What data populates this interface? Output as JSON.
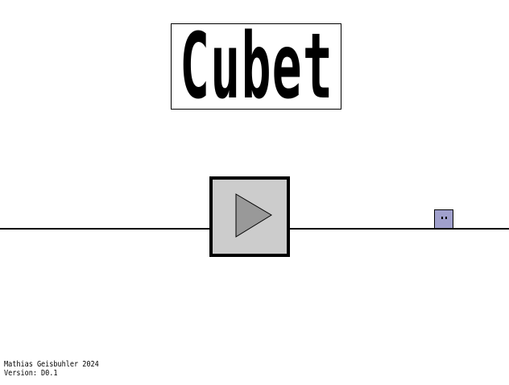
{
  "title": "Cubet",
  "play_button": {
    "icon": "play-icon"
  },
  "player": {
    "icon": "cube-character",
    "color": "#a0a0cc"
  },
  "colors": {
    "button_fill": "#cccccc",
    "triangle_fill": "#999999"
  },
  "footer": {
    "author": "Mathias Geisbuhler 2024",
    "version": "Version: D0.1"
  }
}
